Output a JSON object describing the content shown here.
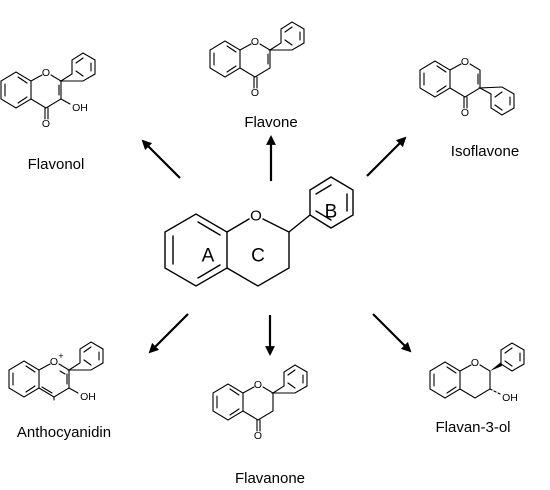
{
  "center": {
    "ring_labels": {
      "a": "A",
      "c": "C",
      "b": "B"
    },
    "oxygen": "O"
  },
  "compounds": {
    "flavonol": {
      "name": "Flavonol",
      "atoms": {
        "o_ring": "O",
        "o_keto": "O",
        "oh": "OH"
      }
    },
    "flavone": {
      "name": "Flavone",
      "atoms": {
        "o_ring": "O",
        "o_keto": "O"
      }
    },
    "isoflavone": {
      "name": "Isoflavone",
      "atoms": {
        "o_ring": "O",
        "o_keto": "O"
      }
    },
    "anthocyanidin": {
      "name": "Anthocyanidin",
      "atoms": {
        "o_ring": "O",
        "charge": "+",
        "oh": "OH"
      }
    },
    "flavanone": {
      "name": "Flavanone",
      "atoms": {
        "o_ring": "O",
        "o_keto": "O"
      }
    },
    "flavan3ol": {
      "name": "Flavan-3-ol",
      "atoms": {
        "o_ring": "O",
        "oh": "OH"
      }
    }
  }
}
